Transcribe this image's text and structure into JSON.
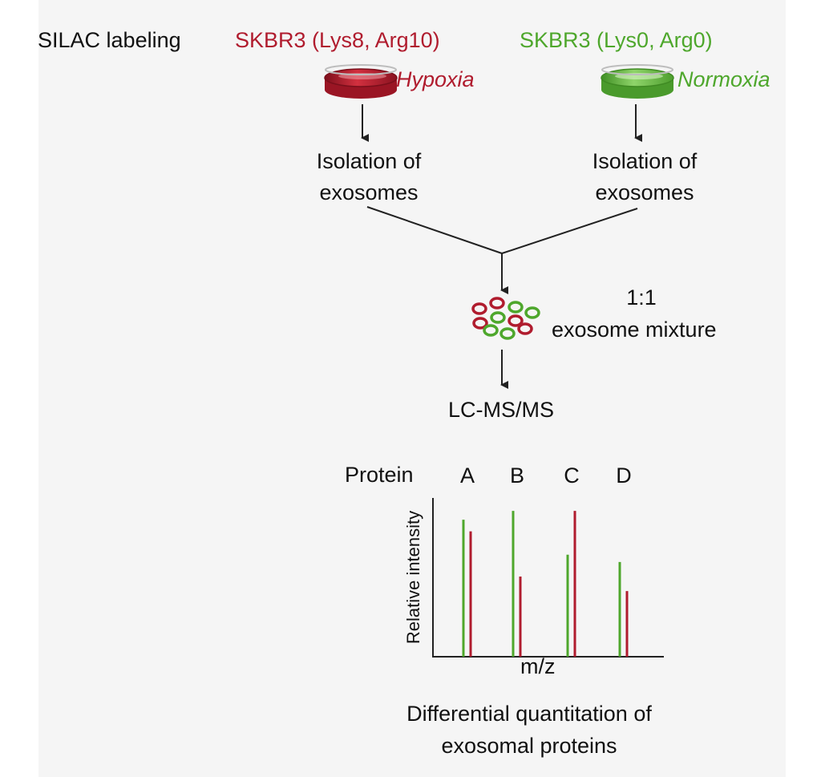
{
  "labeling": {
    "label": "SILAC labeling",
    "heavy": {
      "sample": "SKBR3 (Lys8, Arg10)",
      "condition": "Hypoxia",
      "color": "#b01c2e"
    },
    "light": {
      "sample": "SKBR3 (Lys0, Arg0)",
      "condition": "Normoxia",
      "color": "#4ea72c"
    }
  },
  "steps": {
    "isolation_left": [
      "Isolation of",
      "exosomes"
    ],
    "isolation_right": [
      "Isolation of",
      "exosomes"
    ],
    "mixture_ratio": "1:1",
    "mixture_label": "exosome mixture",
    "lcms": "LC-MS/MS"
  },
  "spectrum": {
    "protein_label": "Protein",
    "ylabel": "Relative intensity",
    "xlabel": "m/z",
    "caption": [
      "Differential quantitation of",
      "exosomal proteins"
    ]
  },
  "chart_data": {
    "type": "bar",
    "categories": [
      "A",
      "B",
      "C",
      "D"
    ],
    "series": [
      {
        "color": "#4ea72c",
        "values": [
          0.94,
          1.0,
          0.7,
          0.65
        ]
      },
      {
        "color": "#b01c2e",
        "values": [
          0.86,
          0.55,
          1.0,
          0.45
        ]
      }
    ],
    "xlabel": "m/z",
    "ylabel": "Relative intensity",
    "ylim": [
      0,
      1.1
    ]
  }
}
